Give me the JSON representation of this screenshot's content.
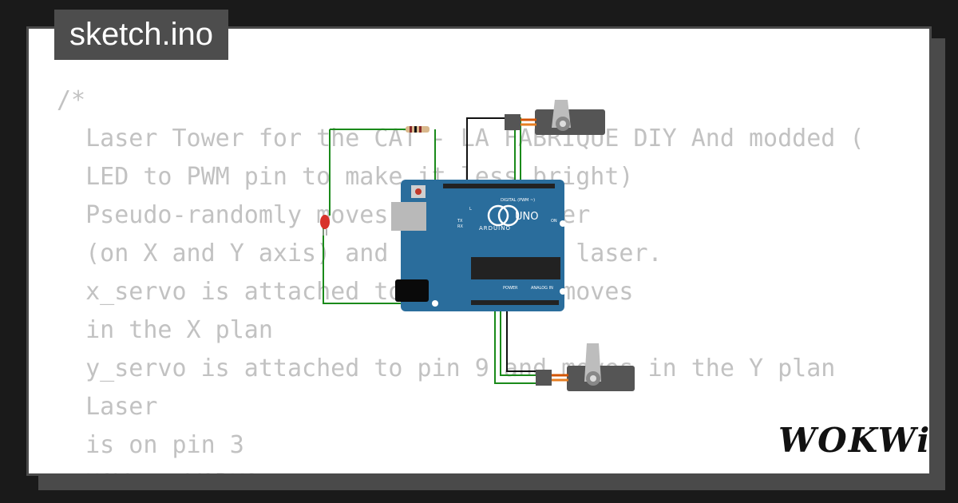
{
  "file_tab": {
    "label": "sketch.ino"
  },
  "code_lines": [
    "/*",
    "  Laser Tower for the CAT - LA FABRIQUE DIY And modded (",
    "  LED to PWM pin to make it less bright)",
    "  Pseudo-randomly moves a servo tower",
    "  (on X and Y axis) and lights up a laser.",
    "  x_servo is attached to pin 6 and moves",
    "  in the X plan",
    "  y_servo is attached to pin 9 and moves in the Y plan",
    "  Laser",
    "  is on pin 3",
    "  HOW IT WORKS :"
  ],
  "board": {
    "brand": "ARDUINO",
    "model": "UNO",
    "header_digital": "DIGITAL (PWM ~)",
    "header_power": "POWER",
    "header_analog": "ANALOG IN",
    "led_labels": [
      "L",
      "TX",
      "RX"
    ],
    "on_label": "ON",
    "color": "#2a6d9c"
  },
  "logo": {
    "text": "WOKWi"
  },
  "colors": {
    "wire_green": "#1a8a1a",
    "wire_black": "#111111",
    "servo_body": "#555555"
  }
}
